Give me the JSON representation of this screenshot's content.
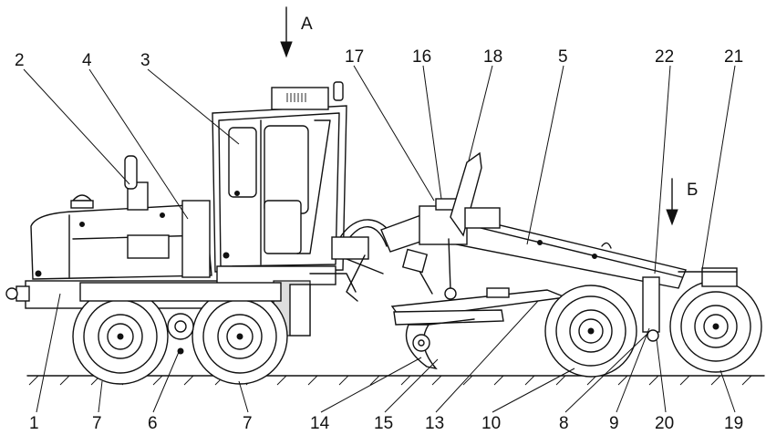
{
  "view_arrows": {
    "a": "А",
    "b": "Б"
  },
  "callouts": [
    "1",
    "2",
    "3",
    "4",
    "5",
    "6",
    "7",
    "8",
    "9",
    "10",
    "13",
    "14",
    "15",
    "16",
    "17",
    "18",
    "19",
    "20",
    "21",
    "22"
  ],
  "colors": {
    "ink": "#111111",
    "paper": "#ffffff"
  }
}
